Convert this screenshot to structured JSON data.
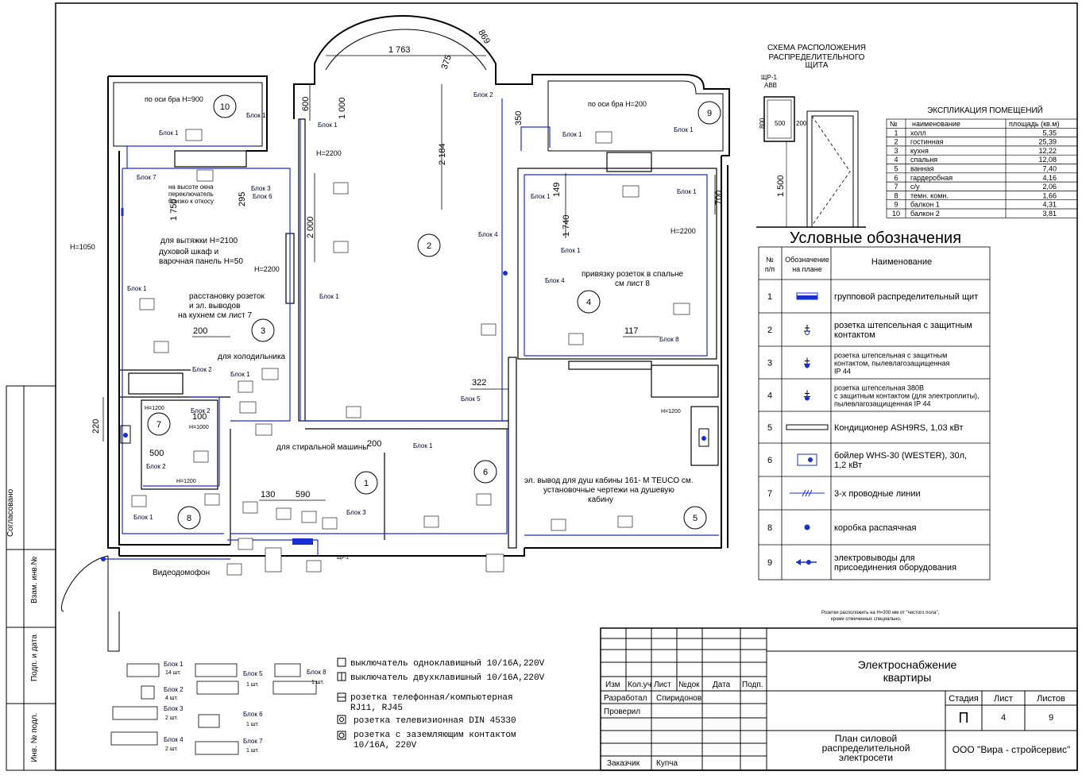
{
  "side_labels": [
    "Согласовано",
    "Взам. инв.№",
    "Подп. и дата",
    "Инв. № подл."
  ],
  "distribution_scheme": {
    "title_lines": [
      "СХЕМА РАСПОЛОЖЕНИЯ",
      "РАСПРЕДЕЛИТЕЛЬНОГО",
      "ЩИТА"
    ],
    "panel_label_lines": [
      "ЩР-1",
      "ABB"
    ],
    "dims": [
      "800",
      "500",
      "200",
      "1 500"
    ]
  },
  "explication": {
    "title": "ЭКСПЛИКАЦИЯ ПОМЕЩЕНИЙ",
    "headers": [
      "№",
      "наименование",
      "площадь (кв.м)"
    ],
    "rows": [
      [
        "1",
        "холл",
        "5,35"
      ],
      [
        "2",
        "гостинная",
        "25,39"
      ],
      [
        "3",
        "кухня",
        "12,22"
      ],
      [
        "4",
        "спальня",
        "12,08"
      ],
      [
        "5",
        "ванная",
        "7,40"
      ],
      [
        "6",
        "гардеробная",
        "4,16"
      ],
      [
        "7",
        "с/у",
        "2,06"
      ],
      [
        "8",
        "темн. комн.",
        "1,66"
      ],
      [
        "9",
        "балкон 1",
        "4,31"
      ],
      [
        "10",
        "балкон 2",
        "3,81"
      ]
    ]
  },
  "legend": {
    "title": "Условные  обозначения",
    "headers": [
      "№ п/п",
      "Обозначение на плане",
      "Наименование"
    ],
    "rows": [
      {
        "n": "1",
        "icon": "distribution-board-icon",
        "lines": [
          "групповой распределительный щит"
        ]
      },
      {
        "n": "2",
        "icon": "socket-grounded-icon",
        "lines": [
          "розетка штепсельная с защитным",
          "контактом"
        ]
      },
      {
        "n": "3",
        "icon": "socket-ip44-icon",
        "lines": [
          "розетка штепсельная с защитным",
          "контактом, пылевлагозащищенная",
          "IP 44"
        ]
      },
      {
        "n": "4",
        "icon": "socket-380v-icon",
        "lines": [
          "розетка штепсельная 380В",
          "с защитным контактом (для электроплиты),",
          "пылевлагозащищенная IP 44"
        ]
      },
      {
        "n": "5",
        "icon": "air-conditioner-icon",
        "lines": [
          "Кондиционер ASH9RS, 1,03 кВт"
        ]
      },
      {
        "n": "6",
        "icon": "boiler-icon",
        "lines": [
          "бойлер WHS-30 (WESTER), 30л,",
          "1,2 кВт"
        ]
      },
      {
        "n": "7",
        "icon": "three-wire-line-icon",
        "lines": [
          "3-х проводные линии"
        ]
      },
      {
        "n": "8",
        "icon": "junction-box-icon",
        "lines": [
          "коробка распаячная"
        ]
      },
      {
        "n": "9",
        "icon": "equipment-outlet-icon",
        "lines": [
          "электровыводы для",
          "присоединения оборудования"
        ]
      }
    ]
  },
  "note_lines": [
    "Розетки расположить на Н=300 мм от \"чистого пола\",",
    "кроме отмеченных специально."
  ],
  "switch_legend": [
    {
      "icon": "single-switch-icon",
      "text": "выключатель одноклавишный 10/16А,220V"
    },
    {
      "icon": "double-switch-icon",
      "text": "выключатель двухклавишный 10/16А,220V"
    },
    {
      "icon": "phone-socket-icon",
      "text": "розетка телефонная/компьютерная"
    },
    {
      "icon": "phone-socket-icon-2",
      "text": "RJ11, RJ45"
    },
    {
      "icon": "tv-socket-icon",
      "text": "розетка телевизионная DIN 45330"
    },
    {
      "icon": "grounded-socket-icon",
      "text": "розетка с заземляющим контактом"
    },
    {
      "icon": "grounded-socket-icon-2",
      "text": "10/16А, 220V"
    }
  ],
  "blocks": [
    {
      "label": "Блок 1",
      "qty": "14 шт."
    },
    {
      "label": "Блок 2",
      "qty": "4 шт."
    },
    {
      "label": "Блок 3",
      "qty": "2 шт."
    },
    {
      "label": "Блок 4",
      "qty": "2 шт."
    },
    {
      "label": "Блок 5",
      "qty": "1 шт."
    },
    {
      "label": "Блок 6",
      "qty": "1 шт."
    },
    {
      "label": "Блок 7",
      "qty": "1 шт."
    },
    {
      "label": "Блок 8",
      "qty": "1 шт."
    }
  ],
  "title_block": {
    "col_headers": [
      "Изм",
      "Кол.уч",
      "Лист",
      "№док",
      "Дата",
      "Подп."
    ],
    "roles": [
      {
        "role": "Разработал",
        "name": "Спиридонов"
      },
      {
        "role": "Проверил",
        "name": ""
      },
      {
        "role": "Заказчик",
        "name": "Купча"
      }
    ],
    "project_lines": [
      "Электроснабжение",
      "квартиры"
    ],
    "sheet_title_lines": [
      "План силовой",
      "распределительной",
      "электросети"
    ],
    "stage_label": "Стадия",
    "stage": "П",
    "sheet_label": "Лист",
    "sheet": "4",
    "sheets_label": "Листов",
    "sheets": "9",
    "company": "ООО  \"Вира - стройсервис\""
  },
  "plan": {
    "rooms": [
      "1",
      "2",
      "3",
      "4",
      "5",
      "6",
      "7",
      "8",
      "9",
      "10"
    ],
    "dims": [
      "1 763",
      "869",
      "375",
      "600",
      "1 000",
      "350",
      "2 184",
      "2 000",
      "1 750",
      "295",
      "1 740",
      "149",
      "700",
      "200",
      "117",
      "322",
      "200",
      "130",
      "590",
      "220",
      "100",
      "500"
    ],
    "heights": [
      "по оси бра Н=900",
      "по оси бра Н=200",
      "Н=2200",
      "Н=1050",
      "Н=2200",
      "Н=2200",
      "Н=1200",
      "Н=1000",
      "Н=1200",
      "Н=1200"
    ],
    "notes": [
      "на высоте окна",
      "переключатель",
      "близко к откосу",
      "для вытяжки Н=2100",
      "духовой шкаф и",
      "варочная панель Н=50",
      "расстановку розеток",
      "и эл. выводов",
      "на кухнем см лист 7",
      "для холодильника",
      "для стиральной машины",
      "привязку розеток в спальне",
      "см лист 8",
      "эл. вывод для душ кабины 161- M TEUCO см.",
      "установочные чертежи на душевую",
      "кабину",
      "Видеодомофон",
      "ЩР-1"
    ],
    "block_tags": [
      "Блок 1",
      "Блок 2",
      "Блок 3",
      "Блок 4",
      "Блок 5",
      "Блок 6",
      "Блок 7",
      "Блок 8"
    ]
  }
}
